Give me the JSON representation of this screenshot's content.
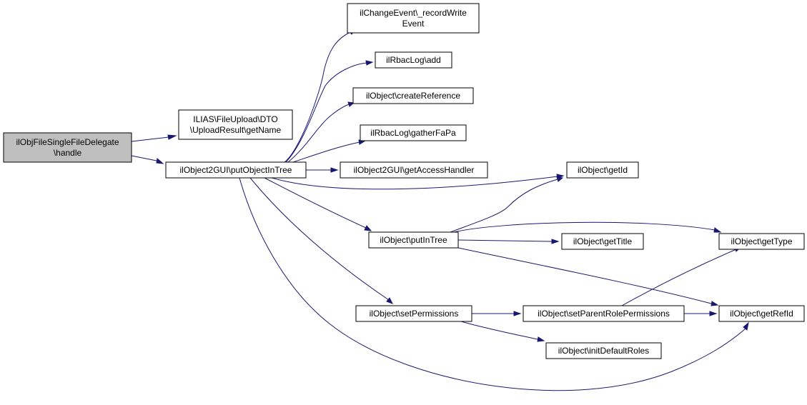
{
  "graph": {
    "colors": {
      "edge": "#191970",
      "node_fill": "#ffffff",
      "root_fill": "#bfbfbf",
      "node_border": "#000000"
    },
    "nodes": [
      {
        "id": "handle",
        "lines": [
          "ilObjFileSingleFileDelegate",
          "\\handle"
        ],
        "root": true
      },
      {
        "id": "getName",
        "lines": [
          "ILIAS\\FileUpload\\DTO",
          "\\UploadResult\\getName"
        ]
      },
      {
        "id": "putObjectInTree",
        "lines": [
          "ilObject2GUI\\putObjectInTree"
        ]
      },
      {
        "id": "recordWrite",
        "lines": [
          "ilChangeEvent\\_recordWrite",
          "Event"
        ]
      },
      {
        "id": "rbacAdd",
        "lines": [
          "ilRbacLog\\add"
        ]
      },
      {
        "id": "createReference",
        "lines": [
          "ilObject\\createReference"
        ]
      },
      {
        "id": "gatherFaPa",
        "lines": [
          "ilRbacLog\\gatherFaPa"
        ]
      },
      {
        "id": "getAccessHandler",
        "lines": [
          "ilObject2GUI\\getAccessHandler"
        ]
      },
      {
        "id": "getId",
        "lines": [
          "ilObject\\getId"
        ]
      },
      {
        "id": "putInTree",
        "lines": [
          "ilObject\\putInTree"
        ]
      },
      {
        "id": "getTitle",
        "lines": [
          "ilObject\\getTitle"
        ]
      },
      {
        "id": "getType",
        "lines": [
          "ilObject\\getType"
        ]
      },
      {
        "id": "setPermissions",
        "lines": [
          "ilObject\\setPermissions"
        ]
      },
      {
        "id": "setParentRolePermissions",
        "lines": [
          "ilObject\\setParentRolePermissions"
        ]
      },
      {
        "id": "getRefId",
        "lines": [
          "ilObject\\getRefId"
        ]
      },
      {
        "id": "initDefaultRoles",
        "lines": [
          "ilObject\\initDefaultRoles"
        ]
      }
    ],
    "edges": [
      [
        "handle",
        "getName"
      ],
      [
        "handle",
        "putObjectInTree"
      ],
      [
        "putObjectInTree",
        "recordWrite"
      ],
      [
        "putObjectInTree",
        "rbacAdd"
      ],
      [
        "putObjectInTree",
        "createReference"
      ],
      [
        "putObjectInTree",
        "gatherFaPa"
      ],
      [
        "putObjectInTree",
        "getAccessHandler"
      ],
      [
        "putObjectInTree",
        "getId"
      ],
      [
        "putObjectInTree",
        "putInTree"
      ],
      [
        "putObjectInTree",
        "setPermissions"
      ],
      [
        "putObjectInTree",
        "getRefId"
      ],
      [
        "putInTree",
        "getId"
      ],
      [
        "putInTree",
        "getTitle"
      ],
      [
        "putInTree",
        "getType"
      ],
      [
        "putInTree",
        "getRefId"
      ],
      [
        "setPermissions",
        "setParentRolePermissions"
      ],
      [
        "setPermissions",
        "initDefaultRoles"
      ],
      [
        "setParentRolePermissions",
        "getType"
      ],
      [
        "setParentRolePermissions",
        "getRefId"
      ]
    ]
  }
}
